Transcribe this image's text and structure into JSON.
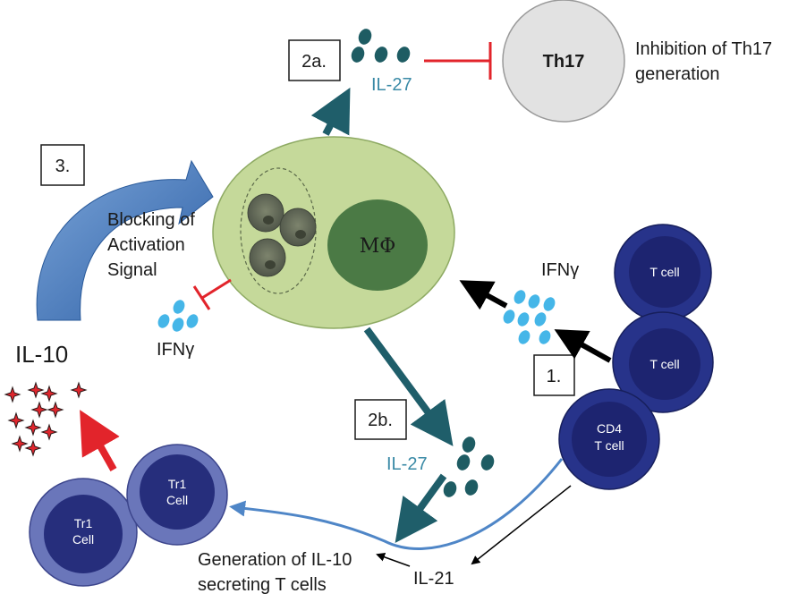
{
  "steps": {
    "s1": "1.",
    "s2a": "2a.",
    "s2b": "2b.",
    "s3": "3."
  },
  "macrophage": {
    "label": "MΦ"
  },
  "th17": {
    "label": "Th17"
  },
  "inhibition": {
    "line1": "Inhibition of Th17",
    "line2": "generation"
  },
  "il27_top": "IL-27",
  "il27_bottom": "IL-27",
  "ifng_right": "IFNγ",
  "ifng_left": "IFNγ",
  "blocking": {
    "line1": "Blocking of",
    "line2": "Activation",
    "line3": "Signal"
  },
  "il10": "IL-10",
  "il21": "IL-21",
  "generation": {
    "line1": "Generation of IL-10",
    "line2": "secreting T cells"
  },
  "tcells": {
    "t1": "T cell",
    "t2": "T cell",
    "cd4_line1": "CD4",
    "cd4_line2": "T cell"
  },
  "tr1": {
    "a_line1": "Tr1",
    "a_line2": "Cell",
    "b_line1": "Tr1",
    "b_line2": "Cell"
  },
  "colors": {
    "macrophage_cell": "#c5d99a",
    "macrophage_nucleus": "#4b7a45",
    "il27_dots": "#1e5c63",
    "ifng_dots": "#45b6e8",
    "th17_cell": "#e2e2e2",
    "tcell_outer": "#27338a",
    "tcell_inner": "#1d2470",
    "tr1_outer": "#6a76ba",
    "tr1_inner": "#262e7c",
    "inhibit_red": "#e2242b",
    "teal_arrow": "#1f5e6a",
    "blue_curve": "#4f86c7"
  }
}
